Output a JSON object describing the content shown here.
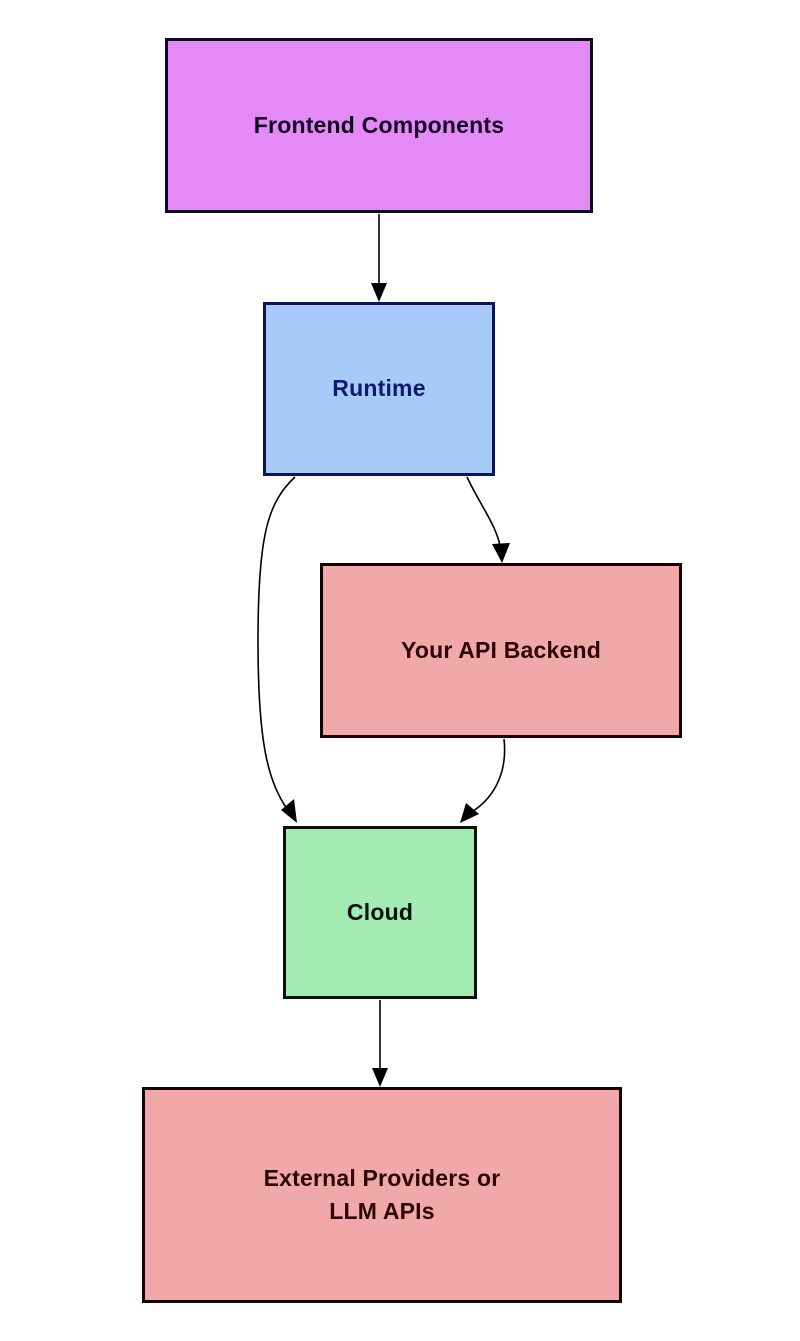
{
  "diagram": {
    "type": "flowchart",
    "orientation": "top-to-bottom",
    "background_color": "#ffffff",
    "nodes": [
      {
        "id": "frontend",
        "label": "Frontend Components",
        "shape": "rectangle",
        "fill_color": "#e48af7",
        "border_color": "#0d0720",
        "text_color": "#130320"
      },
      {
        "id": "runtime",
        "label": "Runtime",
        "shape": "rectangle",
        "fill_color": "#a8caf8",
        "border_color": "#0c1357",
        "text_color": "#0d1b6e"
      },
      {
        "id": "api_backend",
        "label": "Your API Backend",
        "shape": "rectangle",
        "fill_color": "#f0a8a8",
        "border_color": "#170202",
        "text_color": "#2d0707"
      },
      {
        "id": "cloud",
        "label": "Cloud",
        "shape": "rectangle",
        "fill_color": "#a2ecb4",
        "border_color": "#05120a",
        "text_color": "#061107"
      },
      {
        "id": "external",
        "label_line_1": "External Providers or",
        "label_line_2": "LLM APIs",
        "shape": "rectangle",
        "fill_color": "#f0a8a8",
        "border_color": "#170202",
        "text_color": "#2d0707"
      }
    ],
    "edges": [
      {
        "id": "edge-frontend-runtime",
        "from": "frontend",
        "to": "runtime",
        "style": "straight",
        "arrow": "filled-triangle"
      },
      {
        "id": "edge-runtime-api",
        "from": "runtime",
        "to": "api_backend",
        "style": "curved",
        "arrow": "filled-triangle"
      },
      {
        "id": "edge-runtime-cloud",
        "from": "runtime",
        "to": "cloud",
        "style": "curved",
        "arrow": "filled-triangle"
      },
      {
        "id": "edge-api-cloud",
        "from": "api_backend",
        "to": "cloud",
        "style": "curved",
        "arrow": "filled-triangle"
      },
      {
        "id": "edge-cloud-external",
        "from": "cloud",
        "to": "external",
        "style": "straight",
        "arrow": "filled-triangle"
      }
    ]
  }
}
